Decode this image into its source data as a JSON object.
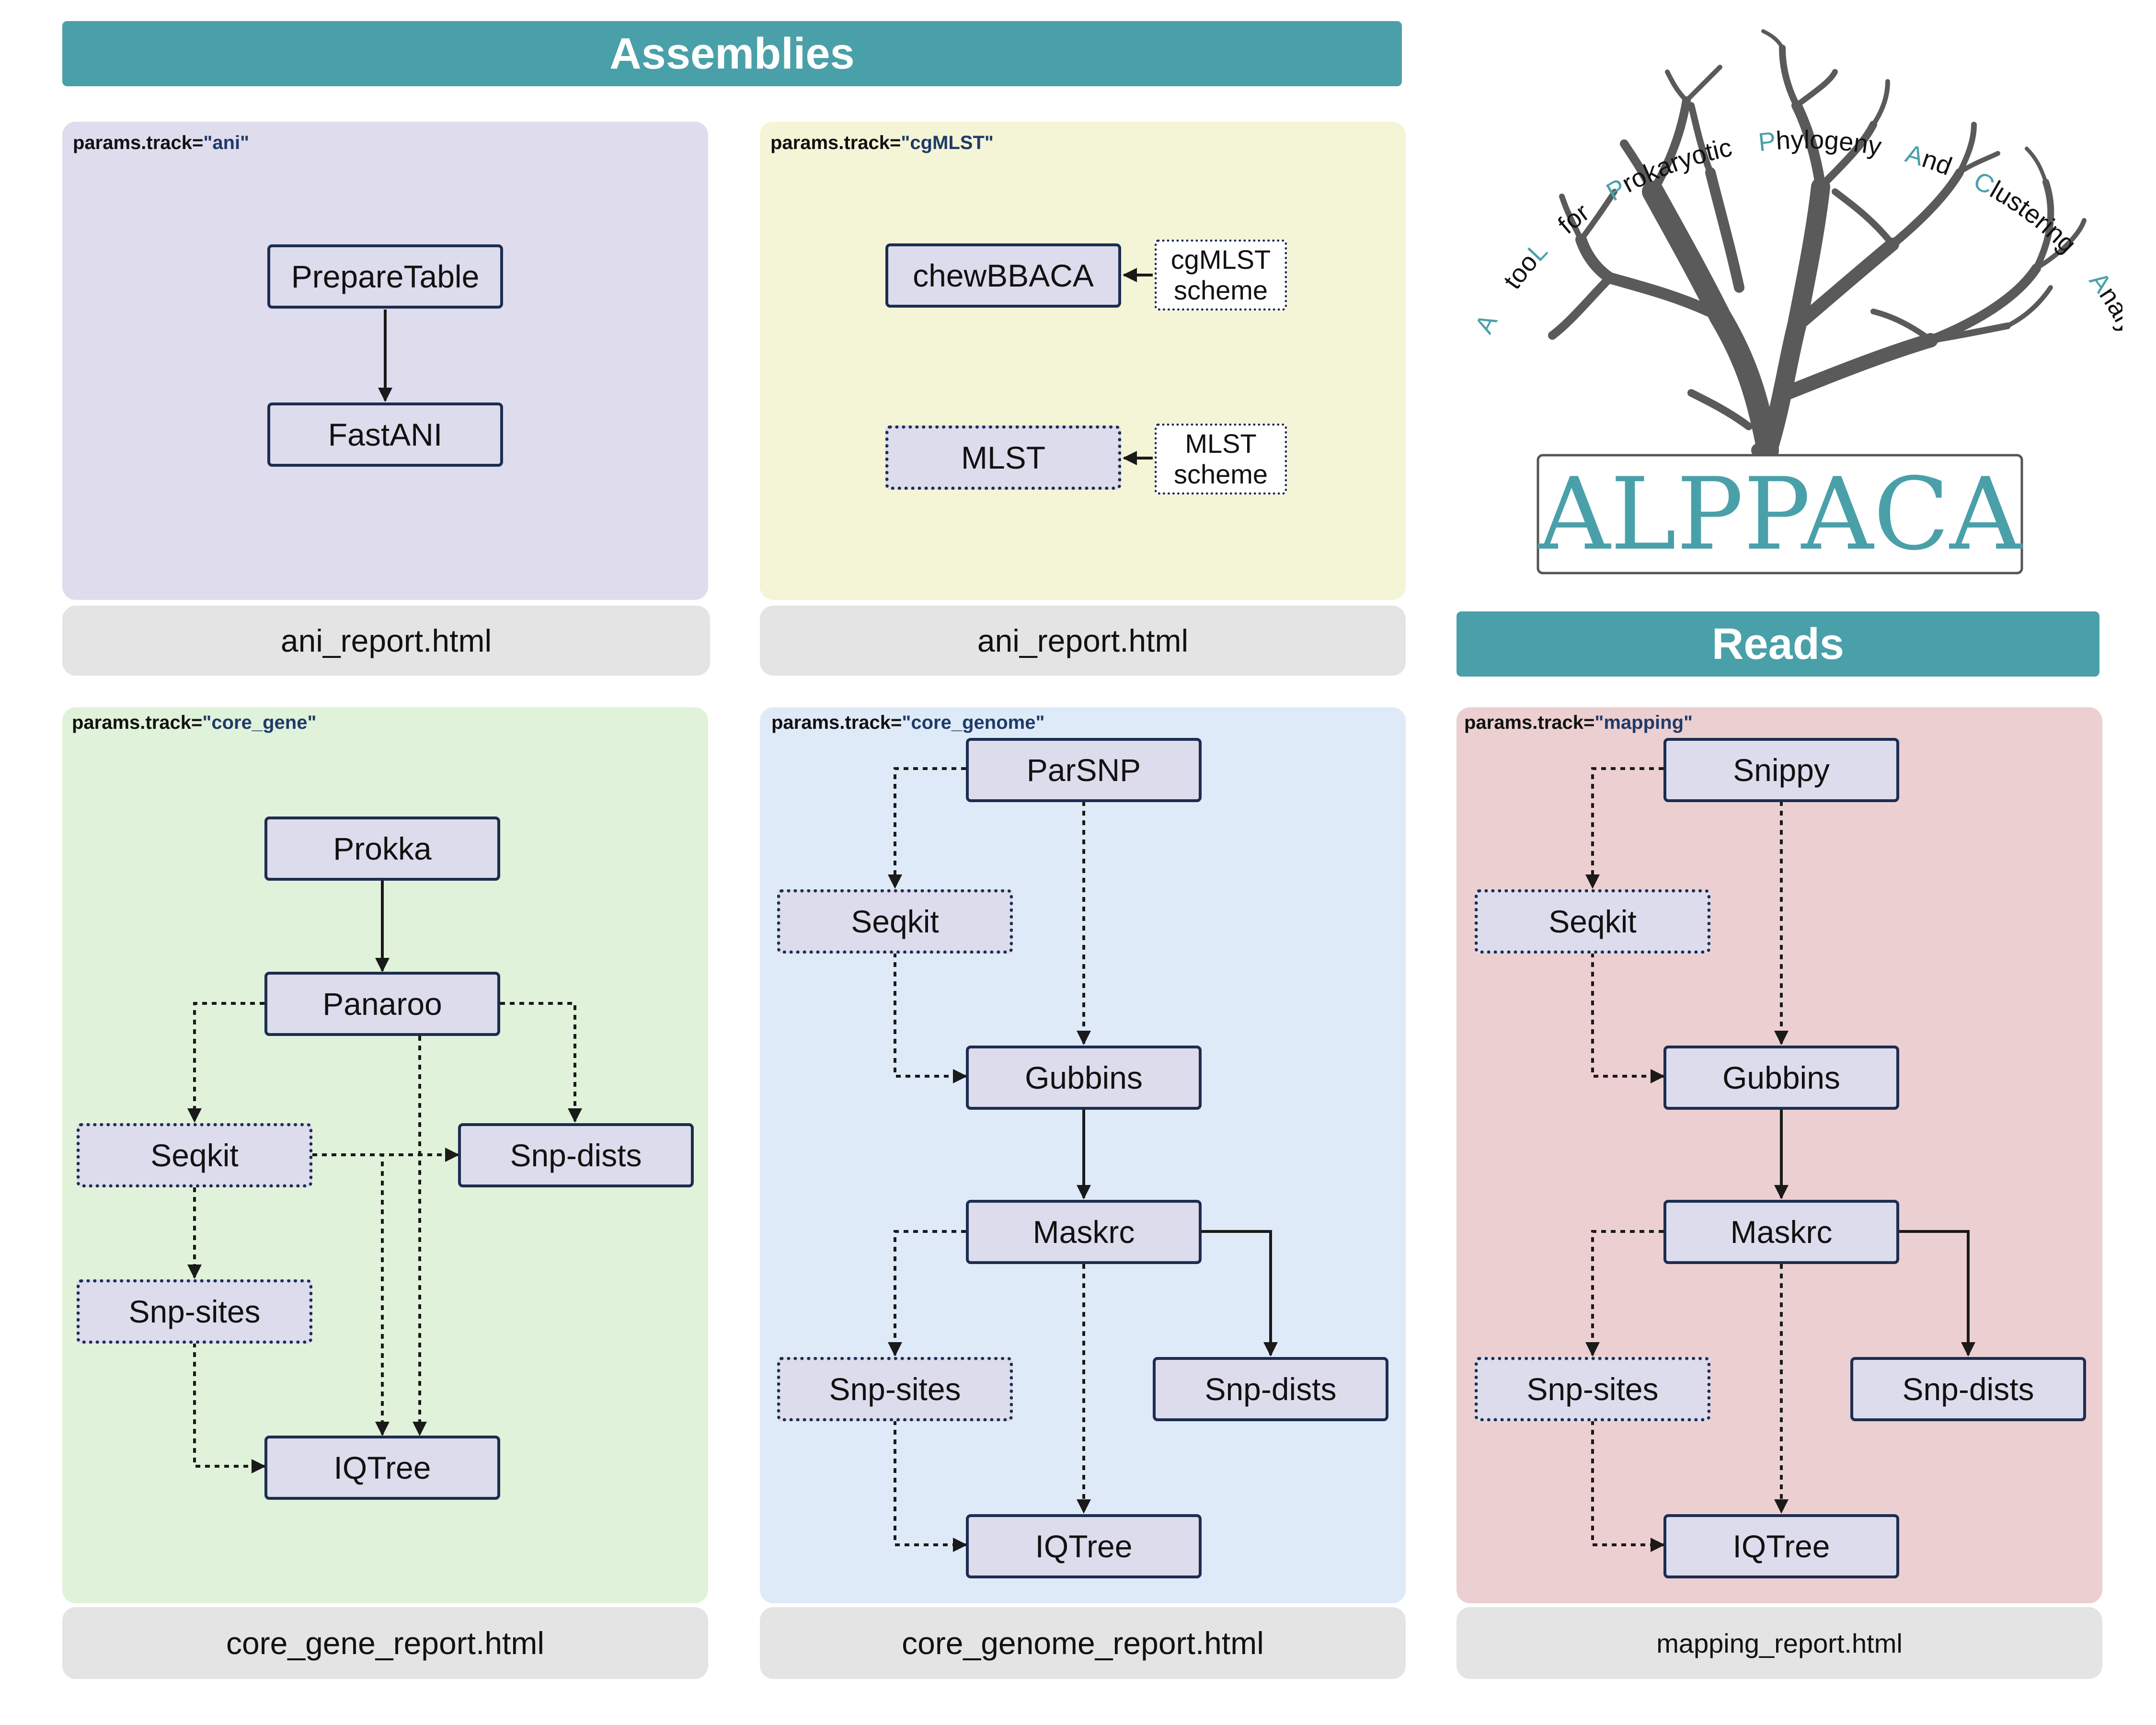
{
  "sections": {
    "assemblies": "Assemblies",
    "reads": "Reads"
  },
  "logo": {
    "name": "ALPPACA",
    "words": [
      {
        "initial": "A",
        "rest": ""
      },
      {
        "initial": "",
        "rest": "too",
        "final": "L"
      },
      {
        "initial": "",
        "rest": "for"
      },
      {
        "initial": "P",
        "rest": "rokaryotic"
      },
      {
        "initial": "P",
        "rest": "hylogeny"
      },
      {
        "initial": "A",
        "rest": "nd"
      },
      {
        "initial": "C",
        "rest": "lustering"
      },
      {
        "initial": "A",
        "rest": "nalysis"
      }
    ]
  },
  "panels": {
    "ani": {
      "track_prefix": "params.track=",
      "track_value": "\"ani\"",
      "nodes": {
        "preparetable": "PrepareTable",
        "fastani": "FastANI"
      },
      "report": "ani_report.html"
    },
    "cgmlst": {
      "track_prefix": "params.track=",
      "track_value": "\"cgMLST\"",
      "nodes": {
        "chewbbaca": "chewBBACA",
        "mlst": "MLST"
      },
      "schemes": {
        "cgmlst": {
          "line1": "cgMLST",
          "line2": "scheme"
        },
        "mlst": {
          "line1": "MLST",
          "line2": "scheme"
        }
      },
      "report": "ani_report.html"
    },
    "core_gene": {
      "track_prefix": "params.track=",
      "track_value": "\"core_gene\"",
      "nodes": {
        "prokka": "Prokka",
        "panaroo": "Panaroo",
        "seqkit": "Seqkit",
        "snpdists": "Snp-dists",
        "snpsites": "Snp-sites",
        "iqtree": "IQTree"
      },
      "report": "core_gene_report.html"
    },
    "core_genome": {
      "track_prefix": "params.track=",
      "track_value": "\"core_genome\"",
      "nodes": {
        "parsnp": "ParSNP",
        "seqkit": "Seqkit",
        "gubbins": "Gubbins",
        "maskrc": "Maskrc",
        "snpsites": "Snp-sites",
        "snpdists": "Snp-dists",
        "iqtree": "IQTree"
      },
      "report": "core_genome_report.html"
    },
    "mapping": {
      "track_prefix": "params.track=",
      "track_value": "\"mapping\"",
      "nodes": {
        "snippy": "Snippy",
        "seqkit": "Seqkit",
        "gubbins": "Gubbins",
        "maskrc": "Maskrc",
        "snpsites": "Snp-sites",
        "snpdists": "Snp-dists",
        "iqtree": "IQTree"
      },
      "report": "mapping_report.html"
    }
  },
  "colors": {
    "header": "#4aa0a9",
    "ani_panel": "#dfdcee",
    "cgmlst_panel": "#f4f4d6",
    "core_gene_panel": "#e0f2da",
    "core_genome_panel": "#dfeaf8",
    "mapping_panel": "#eccfd1",
    "report": "#e4e4e4",
    "node_fill": "#dcdcec",
    "node_border": "#1d2d50",
    "tree": "#5a5a5a"
  }
}
